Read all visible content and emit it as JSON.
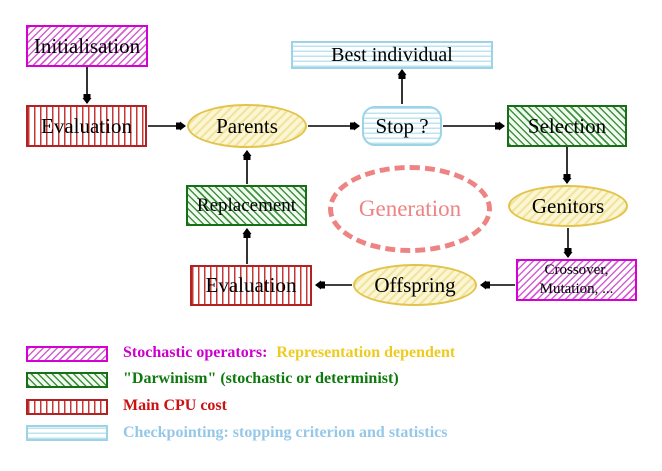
{
  "diagram": {
    "title_hint": "Evolutionary algorithm generation cycle",
    "nodes": {
      "initialisation": {
        "label": "Initialisation",
        "style": "stochastic-operator-hatch"
      },
      "evaluation_top": {
        "label": "Evaluation",
        "style": "cpu-cost-stripes"
      },
      "parents": {
        "label": "Parents",
        "style": "yellow-ellipse"
      },
      "best_individual": {
        "label": "Best individual",
        "style": "checkpointing-stripes"
      },
      "stop": {
        "label": "Stop ?",
        "style": "checkpointing-stripes-rounded"
      },
      "selection": {
        "label": "Selection",
        "style": "darwinism-hatch"
      },
      "replacement": {
        "label": "Replacement",
        "style": "darwinism-hatch"
      },
      "generation": {
        "label": "Generation",
        "style": "dashed-salmon-ellipse"
      },
      "genitors": {
        "label": "Genitors",
        "style": "yellow-ellipse"
      },
      "evaluation_bottom": {
        "label": "Evaluation",
        "style": "cpu-cost-stripes"
      },
      "offspring": {
        "label": "Offspring",
        "style": "yellow-ellipse"
      },
      "crossover": {
        "line1": "Crossover,",
        "line2": "Mutation, ...",
        "style": "stochastic-operator-hatch"
      }
    },
    "edges": [
      "initialisation->evaluation_top",
      "evaluation_top->parents",
      "parents->stop",
      "stop->best_individual",
      "stop->selection",
      "selection->genitors",
      "genitors->crossover",
      "crossover->offspring",
      "offspring->evaluation_bottom",
      "evaluation_bottom->replacement",
      "replacement->parents"
    ]
  },
  "legend": {
    "items": [
      {
        "swatch": "magenta-diagonal-hatch",
        "text1": "Stochastic operators:",
        "text2": "Representation dependent"
      },
      {
        "swatch": "green-diagonal-hatch",
        "text": "\"Darwinism\" (stochastic or determinist)"
      },
      {
        "swatch": "red-vertical-stripes",
        "text": "Main CPU cost"
      },
      {
        "swatch": "cyan-horizontal-stripes",
        "text": "Checkpointing: stopping criterion and statistics"
      }
    ]
  },
  "colors": {
    "magenta": "#d400d4",
    "red": "#b22222",
    "green": "#166f16",
    "cyan": "#9dd3e6",
    "yellow_border": "#e2c34b",
    "yellow_fill": "#fcf6d4",
    "salmon": "#ee8383",
    "legend_magenta_text": "#cc00cc",
    "legend_yellow_text": "#eecb22",
    "legend_green_text": "#0e7a0e",
    "legend_red_text": "#cc1111",
    "legend_cyan_text": "#95c8e8",
    "arrow": "#000000",
    "background": "#ffffff"
  }
}
